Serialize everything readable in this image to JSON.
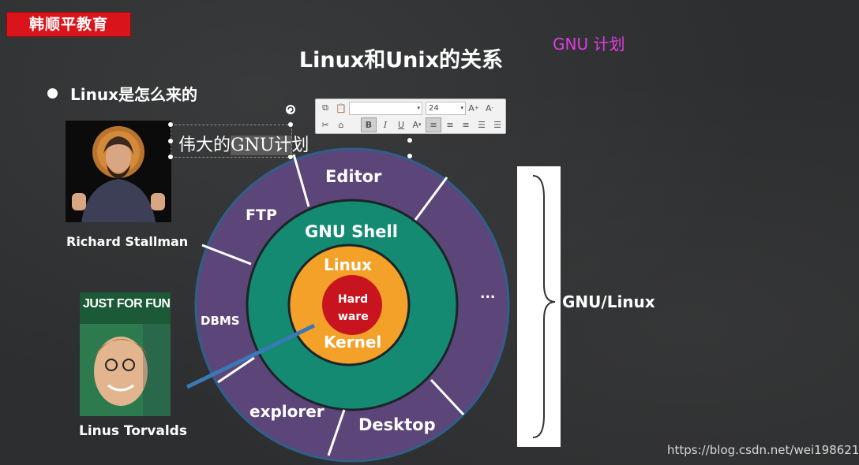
{
  "brand": "韩顺平教育",
  "title": "Linux和Unix的关系",
  "gnu_note": "GNU 计划",
  "bullet": "Linux是怎么来的",
  "textbox": {
    "before": "伟大的",
    "highlight": "GNU计",
    "after": "划"
  },
  "toolbar": {
    "font_size": "24"
  },
  "people": {
    "stallman": "Richard  Stallman",
    "torvalds": "Linus Torvalds",
    "book_title": "JUST FOR FUN"
  },
  "diagram": {
    "outer_ring": [
      "Editor",
      "FTP",
      "DBMS",
      "...",
      "explorer",
      "Desktop"
    ],
    "middle_ring": "GNU Shell",
    "inner_ring_top": "Linux",
    "inner_ring_bottom": "Kernel",
    "core": [
      "Hard",
      "ware"
    ]
  },
  "brace_label": "GNU/Linux",
  "watermark": "https://blog.csdn.net/wei198621",
  "colors": {
    "outer": "#5c4578",
    "middle": "#138a71",
    "inner": "#f4a12a",
    "core": "#c8141e",
    "accent_pink": "#e23be0"
  }
}
